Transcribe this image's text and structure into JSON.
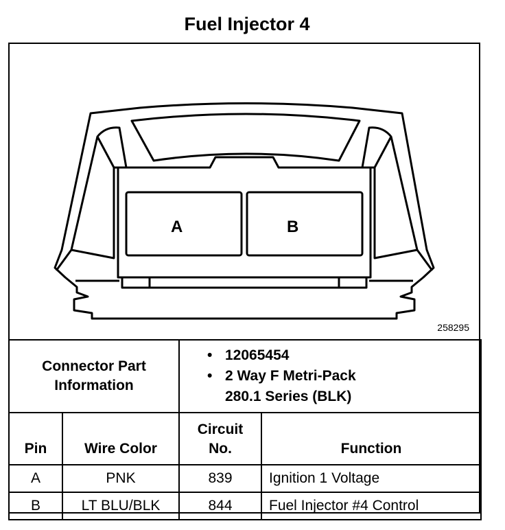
{
  "title": "Fuel Injector 4",
  "diagram_id": "258295",
  "connector": {
    "pins": [
      "A",
      "B"
    ]
  },
  "connector_info": {
    "label_line1": "Connector Part",
    "label_line2": "Information",
    "part_number": "12065454",
    "desc_line1": "2 Way F Metri-Pack",
    "desc_line2": "280.1 Series (BLK)"
  },
  "table": {
    "headers": {
      "pin": "Pin",
      "wire_color": "Wire Color",
      "circuit_line1": "Circuit",
      "circuit_line2": "No.",
      "function": "Function"
    },
    "rows": [
      {
        "pin": "A",
        "wire_color": "PNK",
        "circuit": "839",
        "function": "Ignition 1 Voltage"
      },
      {
        "pin": "B",
        "wire_color": "LT BLU/BLK",
        "circuit": "844",
        "function": "Fuel Injector #4 Control"
      }
    ]
  }
}
